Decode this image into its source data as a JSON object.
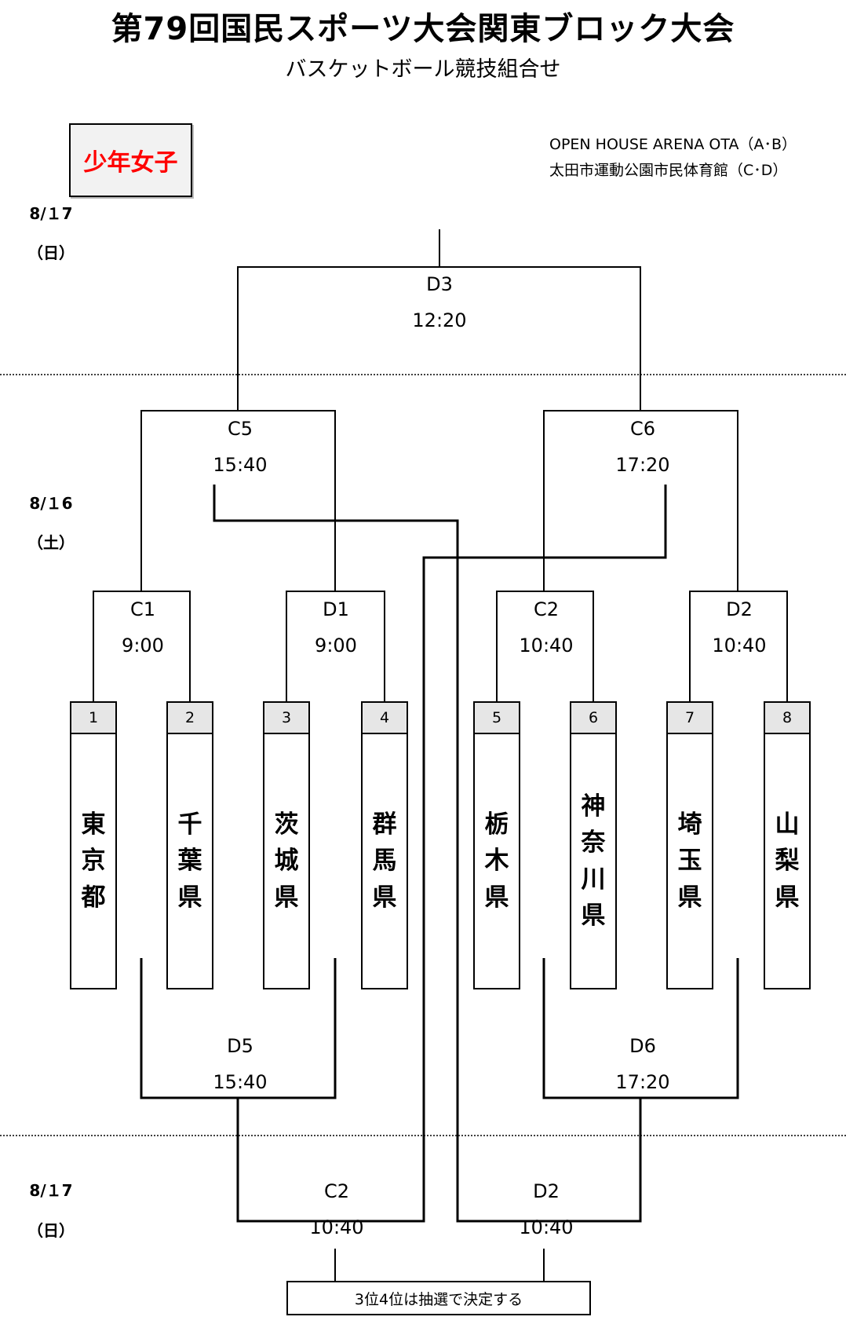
{
  "header": {
    "title": "第79回国民スポーツ大会関東ブロック大会",
    "subtitle": "バスケットボール競技組合せ"
  },
  "category": "少年女子",
  "venues": [
    "OPEN HOUSE ARENA OTA（A･B）",
    "太田市運動公園市民体育館（C･D）"
  ],
  "dates": [
    {
      "date": "8/１7",
      "day": "（日）"
    },
    {
      "date": "8/１6",
      "day": "（土）"
    },
    {
      "date": "8/１7",
      "day": "（日）"
    }
  ],
  "games": {
    "d3": {
      "code": "D3",
      "time": "12:20"
    },
    "c5": {
      "code": "C5",
      "time": "15:40"
    },
    "c6": {
      "code": "C6",
      "time": "17:20"
    },
    "c1": {
      "code": "C1",
      "time": "9:00"
    },
    "d1": {
      "code": "D1",
      "time": "9:00"
    },
    "c2": {
      "code": "C2",
      "time": "10:40"
    },
    "d2": {
      "code": "D2",
      "time": "10:40"
    },
    "d5": {
      "code": "D5",
      "time": "15:40"
    },
    "d6": {
      "code": "D6",
      "time": "17:20"
    },
    "c2b": {
      "code": "C2",
      "time": "10:40"
    },
    "d2b": {
      "code": "D2",
      "time": "10:40"
    }
  },
  "teams": [
    {
      "no": "1",
      "name": [
        "東",
        "京",
        "都"
      ]
    },
    {
      "no": "2",
      "name": [
        "千",
        "葉",
        "県"
      ]
    },
    {
      "no": "3",
      "name": [
        "茨",
        "城",
        "県"
      ]
    },
    {
      "no": "4",
      "name": [
        "群",
        "馬",
        "県"
      ]
    },
    {
      "no": "5",
      "name": [
        "栃",
        "木",
        "県"
      ]
    },
    {
      "no": "6",
      "name": [
        "神",
        "奈",
        "川",
        "県"
      ]
    },
    {
      "no": "7",
      "name": [
        "埼",
        "玉",
        "県"
      ]
    },
    {
      "no": "8",
      "name": [
        "山",
        "梨",
        "県"
      ]
    }
  ],
  "note": "3位4位は抽選で決定する"
}
